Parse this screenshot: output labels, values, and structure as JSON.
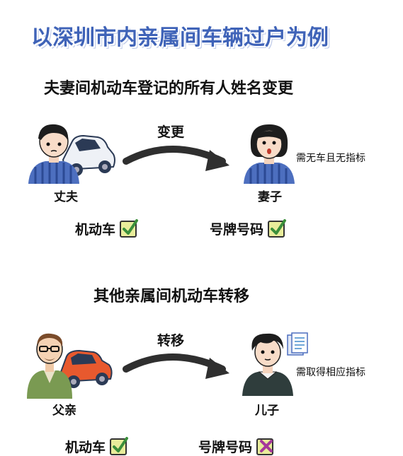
{
  "title": "以深圳市内亲属间车辆过户为例",
  "section1": {
    "heading": "夫妻间机动车登记的所有人姓名变更",
    "arrow_label": "变更",
    "from_label": "丈夫",
    "to_label": "妻子",
    "note": "需无车且无指标",
    "items": [
      {
        "label": "机动车",
        "status": "check"
      },
      {
        "label": "号牌号码",
        "status": "check"
      }
    ]
  },
  "section2": {
    "heading": "其他亲属间机动车转移",
    "arrow_label": "转移",
    "from_label": "父亲",
    "to_label": "儿子",
    "note": "需取得相应指标",
    "items": [
      {
        "label": "机动车",
        "status": "check"
      },
      {
        "label": "号牌号码",
        "status": "cross"
      }
    ]
  },
  "colors": {
    "title": "#3f63b8",
    "check_box": "#e8ec9a",
    "check_mark": "#3b8f3b",
    "cross_mark": "#a6389a",
    "car_white": "#eef1f6",
    "car_orange": "#e8592e",
    "shirt_stripe": "#4d6fbf"
  }
}
